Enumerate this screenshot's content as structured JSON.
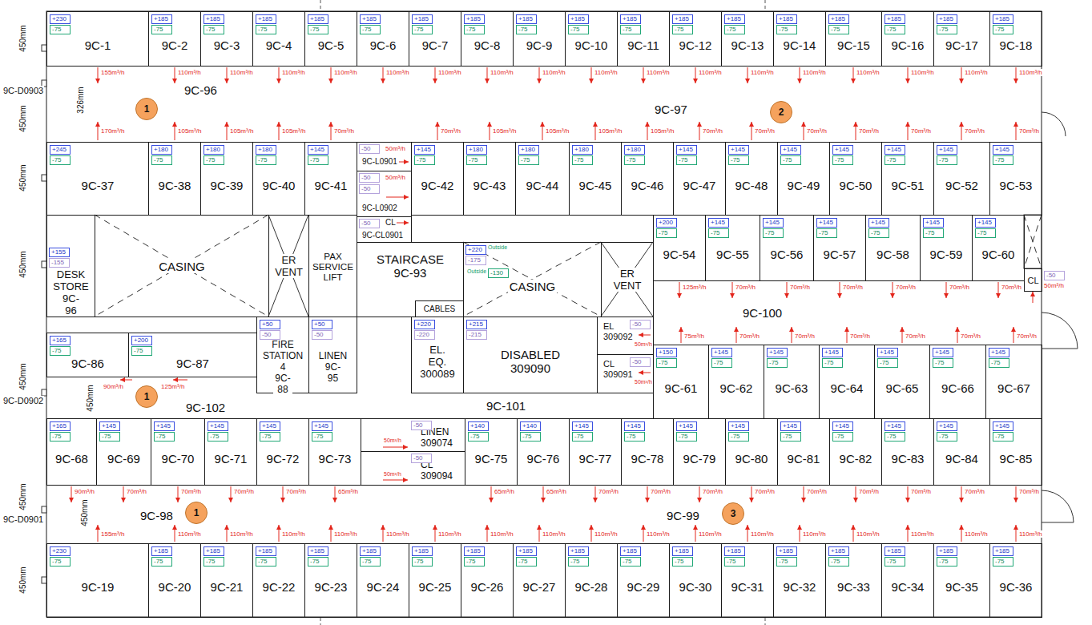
{
  "diagram": {
    "nodes": [
      {
        "text": [
          "+230",
          "-75",
          "9C-1"
        ]
      },
      {
        "text": [
          "+185",
          "-75",
          "9C-2"
        ]
      },
      {
        "text": [
          "+185",
          "-75",
          "9C-3"
        ]
      },
      {
        "text": [
          "+185",
          "-75",
          "9C-4"
        ]
      },
      {
        "text": [
          "+185",
          "-75",
          "9C-5"
        ]
      },
      {
        "text": [
          "+185",
          "-75",
          "9C-6"
        ]
      },
      {
        "text": [
          "+185",
          "-75",
          "9C-7"
        ]
      },
      {
        "text": [
          "+185",
          "-75",
          "9C-8"
        ]
      },
      {
        "text": [
          "+185",
          "-75",
          "9C-9"
        ]
      },
      {
        "text": [
          "+185",
          "-75",
          "9C-10"
        ]
      },
      {
        "text": [
          "+185",
          "-75",
          "9C-11"
        ]
      },
      {
        "text": [
          "+185",
          "-75",
          "9C-12"
        ]
      },
      {
        "text": [
          "+185",
          "-75",
          "9C-13"
        ]
      },
      {
        "text": [
          "+185",
          "-75",
          "9C-14"
        ]
      },
      {
        "text": [
          "+185",
          "-75",
          "9C-15"
        ]
      },
      {
        "text": [
          "+185",
          "-75",
          "9C-16"
        ]
      },
      {
        "text": [
          "+185",
          "-75",
          "9C-17"
        ]
      },
      {
        "text": [
          "+185",
          "-75",
          "9C-18"
        ]
      },
      {
        "text": [
          "9C-96"
        ]
      },
      {
        "text": [
          "1"
        ],
        "in": 18
      },
      {
        "text": [
          "9C-97"
        ]
      },
      {
        "text": [
          "2"
        ],
        "in": 20
      },
      {
        "text": [
          "+245",
          "-75",
          "9C-37"
        ]
      },
      {
        "text": [
          "+180",
          "-75",
          "9C-38"
        ]
      },
      {
        "text": [
          "+180",
          "-75",
          "9C-39"
        ]
      },
      {
        "text": [
          "+180",
          "-75",
          "9C-40"
        ]
      },
      {
        "text": [
          "+145",
          "-75",
          "9C-41"
        ]
      },
      {
        "text": [
          "-50",
          "9C-L0901"
        ]
      },
      {
        "text": [
          "-50",
          "-50",
          "9C-L0902"
        ]
      },
      {
        "text": [
          "+145",
          "-75",
          "9C-42"
        ]
      },
      {
        "text": [
          "+180",
          "-75",
          "9C-43"
        ]
      },
      {
        "text": [
          "+180",
          "-75",
          "9C-44"
        ]
      },
      {
        "text": [
          "+180",
          "-75",
          "9C-45"
        ]
      },
      {
        "text": [
          "+180",
          "-75",
          "9C-46"
        ]
      },
      {
        "text": [
          "+145",
          "-75",
          "9C-47"
        ]
      },
      {
        "text": [
          "+145",
          "-75",
          "9C-48"
        ]
      },
      {
        "text": [
          "+145",
          "-75",
          "9C-49"
        ]
      },
      {
        "text": [
          "+145",
          "-75",
          "9C-50"
        ]
      },
      {
        "text": [
          "+145",
          "-75",
          "9C-51"
        ]
      },
      {
        "text": [
          "+145",
          "-75",
          "9C-52"
        ]
      },
      {
        "text": [
          "+145",
          "-75",
          "9C-53"
        ]
      },
      {
        "text": [
          "-50",
          "9C-CL0901"
        ]
      },
      {
        "text": [
          "+155",
          "-155",
          "DESK STORE",
          "9C-96"
        ]
      },
      {
        "text": [
          "CASING"
        ]
      },
      {
        "text": [
          "ER VENT"
        ]
      },
      {
        "text": [
          "PAX SERVICE LIFT"
        ]
      },
      {
        "text": [
          "STAIRCASE",
          "9C-93"
        ]
      },
      {
        "text": [
          "+220",
          "-175",
          "-130",
          "CASING"
        ]
      },
      {
        "text": [
          "ER VENT"
        ]
      },
      {
        "text": [
          "+200",
          "-75",
          "9C-54"
        ]
      },
      {
        "text": [
          "+145",
          "-75",
          "9C-55"
        ]
      },
      {
        "text": [
          "+145",
          "-75",
          "9C-56"
        ]
      },
      {
        "text": [
          "+145",
          "-75",
          "9C-57"
        ]
      },
      {
        "text": [
          "+145",
          "-75",
          "9C-58"
        ]
      },
      {
        "text": [
          "+145",
          "-75",
          "9C-59"
        ]
      },
      {
        "text": [
          "+145",
          "-75",
          "9C-60"
        ]
      },
      {
        "text": [
          "-50",
          "CL"
        ]
      },
      {
        "text": [
          "CABLES"
        ]
      },
      {
        "text": [
          "9C-100"
        ]
      },
      {
        "text": [
          "+165",
          "-75",
          "9C-86"
        ]
      },
      {
        "text": [
          "+200",
          "-75",
          "9C-87"
        ]
      },
      {
        "text": [
          "+50",
          "-50",
          "FIRE STATION 4",
          "9C-88"
        ]
      },
      {
        "text": [
          "+50",
          "-50",
          "LINEN",
          "9C-95"
        ]
      },
      {
        "text": [
          "+220",
          "-220",
          "EL. EQ. 300089"
        ]
      },
      {
        "text": [
          "+215",
          "-215",
          "DISABLED",
          "309090"
        ]
      },
      {
        "text": [
          "-50",
          "EL",
          "309092"
        ]
      },
      {
        "text": [
          "-50",
          "CL",
          "309091"
        ]
      },
      {
        "text": [
          "+150",
          "-75",
          "9C-61"
        ]
      },
      {
        "text": [
          "+145",
          "-75",
          "9C-62"
        ]
      },
      {
        "text": [
          "+145",
          "-75",
          "9C-63"
        ]
      },
      {
        "text": [
          "+145",
          "-75",
          "9C-64"
        ]
      },
      {
        "text": [
          "+145",
          "-75",
          "9C-65"
        ]
      },
      {
        "text": [
          "+145",
          "-75",
          "9C-66"
        ]
      },
      {
        "text": [
          "+145",
          "-75",
          "9C-67"
        ]
      },
      {
        "text": [
          "9C-102"
        ]
      },
      {
        "text": [
          "1"
        ],
        "in": 74
      },
      {
        "text": [
          "9C-101"
        ]
      },
      {
        "text": [
          "+165",
          "-75",
          "9C-68"
        ]
      },
      {
        "text": [
          "+145",
          "-75",
          "9C-69"
        ]
      },
      {
        "text": [
          "+145",
          "-75",
          "9C-70"
        ]
      },
      {
        "text": [
          "+145",
          "-75",
          "9C-71"
        ]
      },
      {
        "text": [
          "+145",
          "-75",
          "9C-72"
        ]
      },
      {
        "text": [
          "+145",
          "-75",
          "9C-73"
        ]
      },
      {
        "text": [
          "-50",
          "LINEN",
          "309074"
        ]
      },
      {
        "text": [
          "-50",
          "CL",
          "309094"
        ]
      },
      {
        "text": [
          "+140",
          "-75",
          "9C-75"
        ]
      },
      {
        "text": [
          "+140",
          "-75",
          "9C-76"
        ]
      },
      {
        "text": [
          "+145",
          "-75",
          "9C-77"
        ]
      },
      {
        "text": [
          "+145",
          "-75",
          "9C-78"
        ]
      },
      {
        "text": [
          "+145",
          "-75",
          "9C-79"
        ]
      },
      {
        "text": [
          "+145",
          "-75",
          "9C-80"
        ]
      },
      {
        "text": [
          "+145",
          "-75",
          "9C-81"
        ]
      },
      {
        "text": [
          "+145",
          "-75",
          "9C-82"
        ]
      },
      {
        "text": [
          "+145",
          "-75",
          "9C-83"
        ]
      },
      {
        "text": [
          "+145",
          "-75",
          "9C-84"
        ]
      },
      {
        "text": [
          "+145",
          "-75",
          "9C-85"
        ]
      },
      {
        "text": [
          "9C-98"
        ]
      },
      {
        "text": [
          "1"
        ],
        "in": 96
      },
      {
        "text": [
          "9C-99"
        ]
      },
      {
        "text": [
          "3"
        ],
        "in": 98
      },
      {
        "text": [
          "+230",
          "-75",
          "9C-19"
        ]
      },
      {
        "text": [
          "+185",
          "-75",
          "9C-20"
        ]
      },
      {
        "text": [
          "+185",
          "-75",
          "9C-21"
        ]
      },
      {
        "text": [
          "+185",
          "-75",
          "9C-22"
        ]
      },
      {
        "text": [
          "+185",
          "-75",
          "9C-23"
        ]
      },
      {
        "text": [
          "+185",
          "-75",
          "9C-24"
        ]
      },
      {
        "text": [
          "+185",
          "-75",
          "9C-25"
        ]
      },
      {
        "text": [
          "+185",
          "-75",
          "9C-26"
        ]
      },
      {
        "text": [
          "+185",
          "-75",
          "9C-27"
        ]
      },
      {
        "text": [
          "+185",
          "-75",
          "9C-28"
        ]
      },
      {
        "text": [
          "+185",
          "-75",
          "9C-29"
        ]
      },
      {
        "text": [
          "+185",
          "-75",
          "9C-30"
        ]
      },
      {
        "text": [
          "+185",
          "-75",
          "9C-31"
        ]
      },
      {
        "text": [
          "+185",
          "-75",
          "9C-32"
        ]
      },
      {
        "text": [
          "+185",
          "-75",
          "9C-33"
        ]
      },
      {
        "text": [
          "+185",
          "-75",
          "9C-34"
        ]
      },
      {
        "text": [
          "+185",
          "-75",
          "9C-35"
        ]
      },
      {
        "text": [
          "+185",
          "-75",
          "9C-36"
        ]
      }
    ],
    "labels": [
      "450mm",
      "9C-D0903",
      "450mm",
      "326mm",
      "450mm",
      "450mm",
      "9C-D0902",
      "450mm",
      "450mm",
      "9C-D0901",
      "450mm",
      "450mm",
      "450mm",
      "155m³/h",
      "110m³/h",
      "110m³/h",
      "110m³/h",
      "110m³/h",
      "110m³/h",
      "110m³/h",
      "110m³/h",
      "110m³/h",
      "110m³/h",
      "110m³/h",
      "110m³/h",
      "110m³/h",
      "110m³/h",
      "110m³/h",
      "110m³/h",
      "110m³/h",
      "110m³/h",
      "170m³/h",
      "105m³/h",
      "105m³/h",
      "105m³/h",
      "70m³/h",
      "70m³/h",
      "105m³/h",
      "105m³/h",
      "105m³/h",
      "105m³/h",
      "70m³/h",
      "70m³/h",
      "70m³/h",
      "70m³/h",
      "70m³/h",
      "70m³/h",
      "70m³/h",
      "50m³/h",
      "50m³/h",
      "CL",
      "Outside",
      "Outside",
      "125m³/h",
      "70m³/h",
      "70m³/h",
      "70m³/h",
      "70m³/h",
      "70m³/h",
      "70m³/h",
      "50m³/h",
      "75m³/h",
      "70m³/h",
      "70m³/h",
      "70m³/h",
      "70m³/h",
      "70m³/h",
      "70m³/h",
      "50m³/h",
      "50m³/h",
      "90m³/h",
      "125m³/h",
      "50m³/h",
      "50m³/h",
      "90m³/h",
      "70m³/h",
      "70m³/h",
      "70m³/h",
      "70m³/h",
      "65m³/h",
      "65m³/h",
      "65m³/h",
      "70m³/h",
      "70m³/h",
      "70m³/h",
      "70m³/h",
      "70m³/h",
      "70m³/h",
      "70m³/h",
      "70m³/h",
      "70m³/h",
      "155m³/h",
      "110m³/h",
      "110m³/h",
      "110m³/h",
      "110m³/h",
      "110m³/h",
      "110m³/h",
      "110m³/h",
      "110m³/h",
      "110m³/h",
      "110m³/h",
      "110m³/h",
      "110m³/h",
      "110m³/h",
      "110m³/h",
      "110m³/h",
      "110m³/h",
      "110m³/h"
    ]
  }
}
